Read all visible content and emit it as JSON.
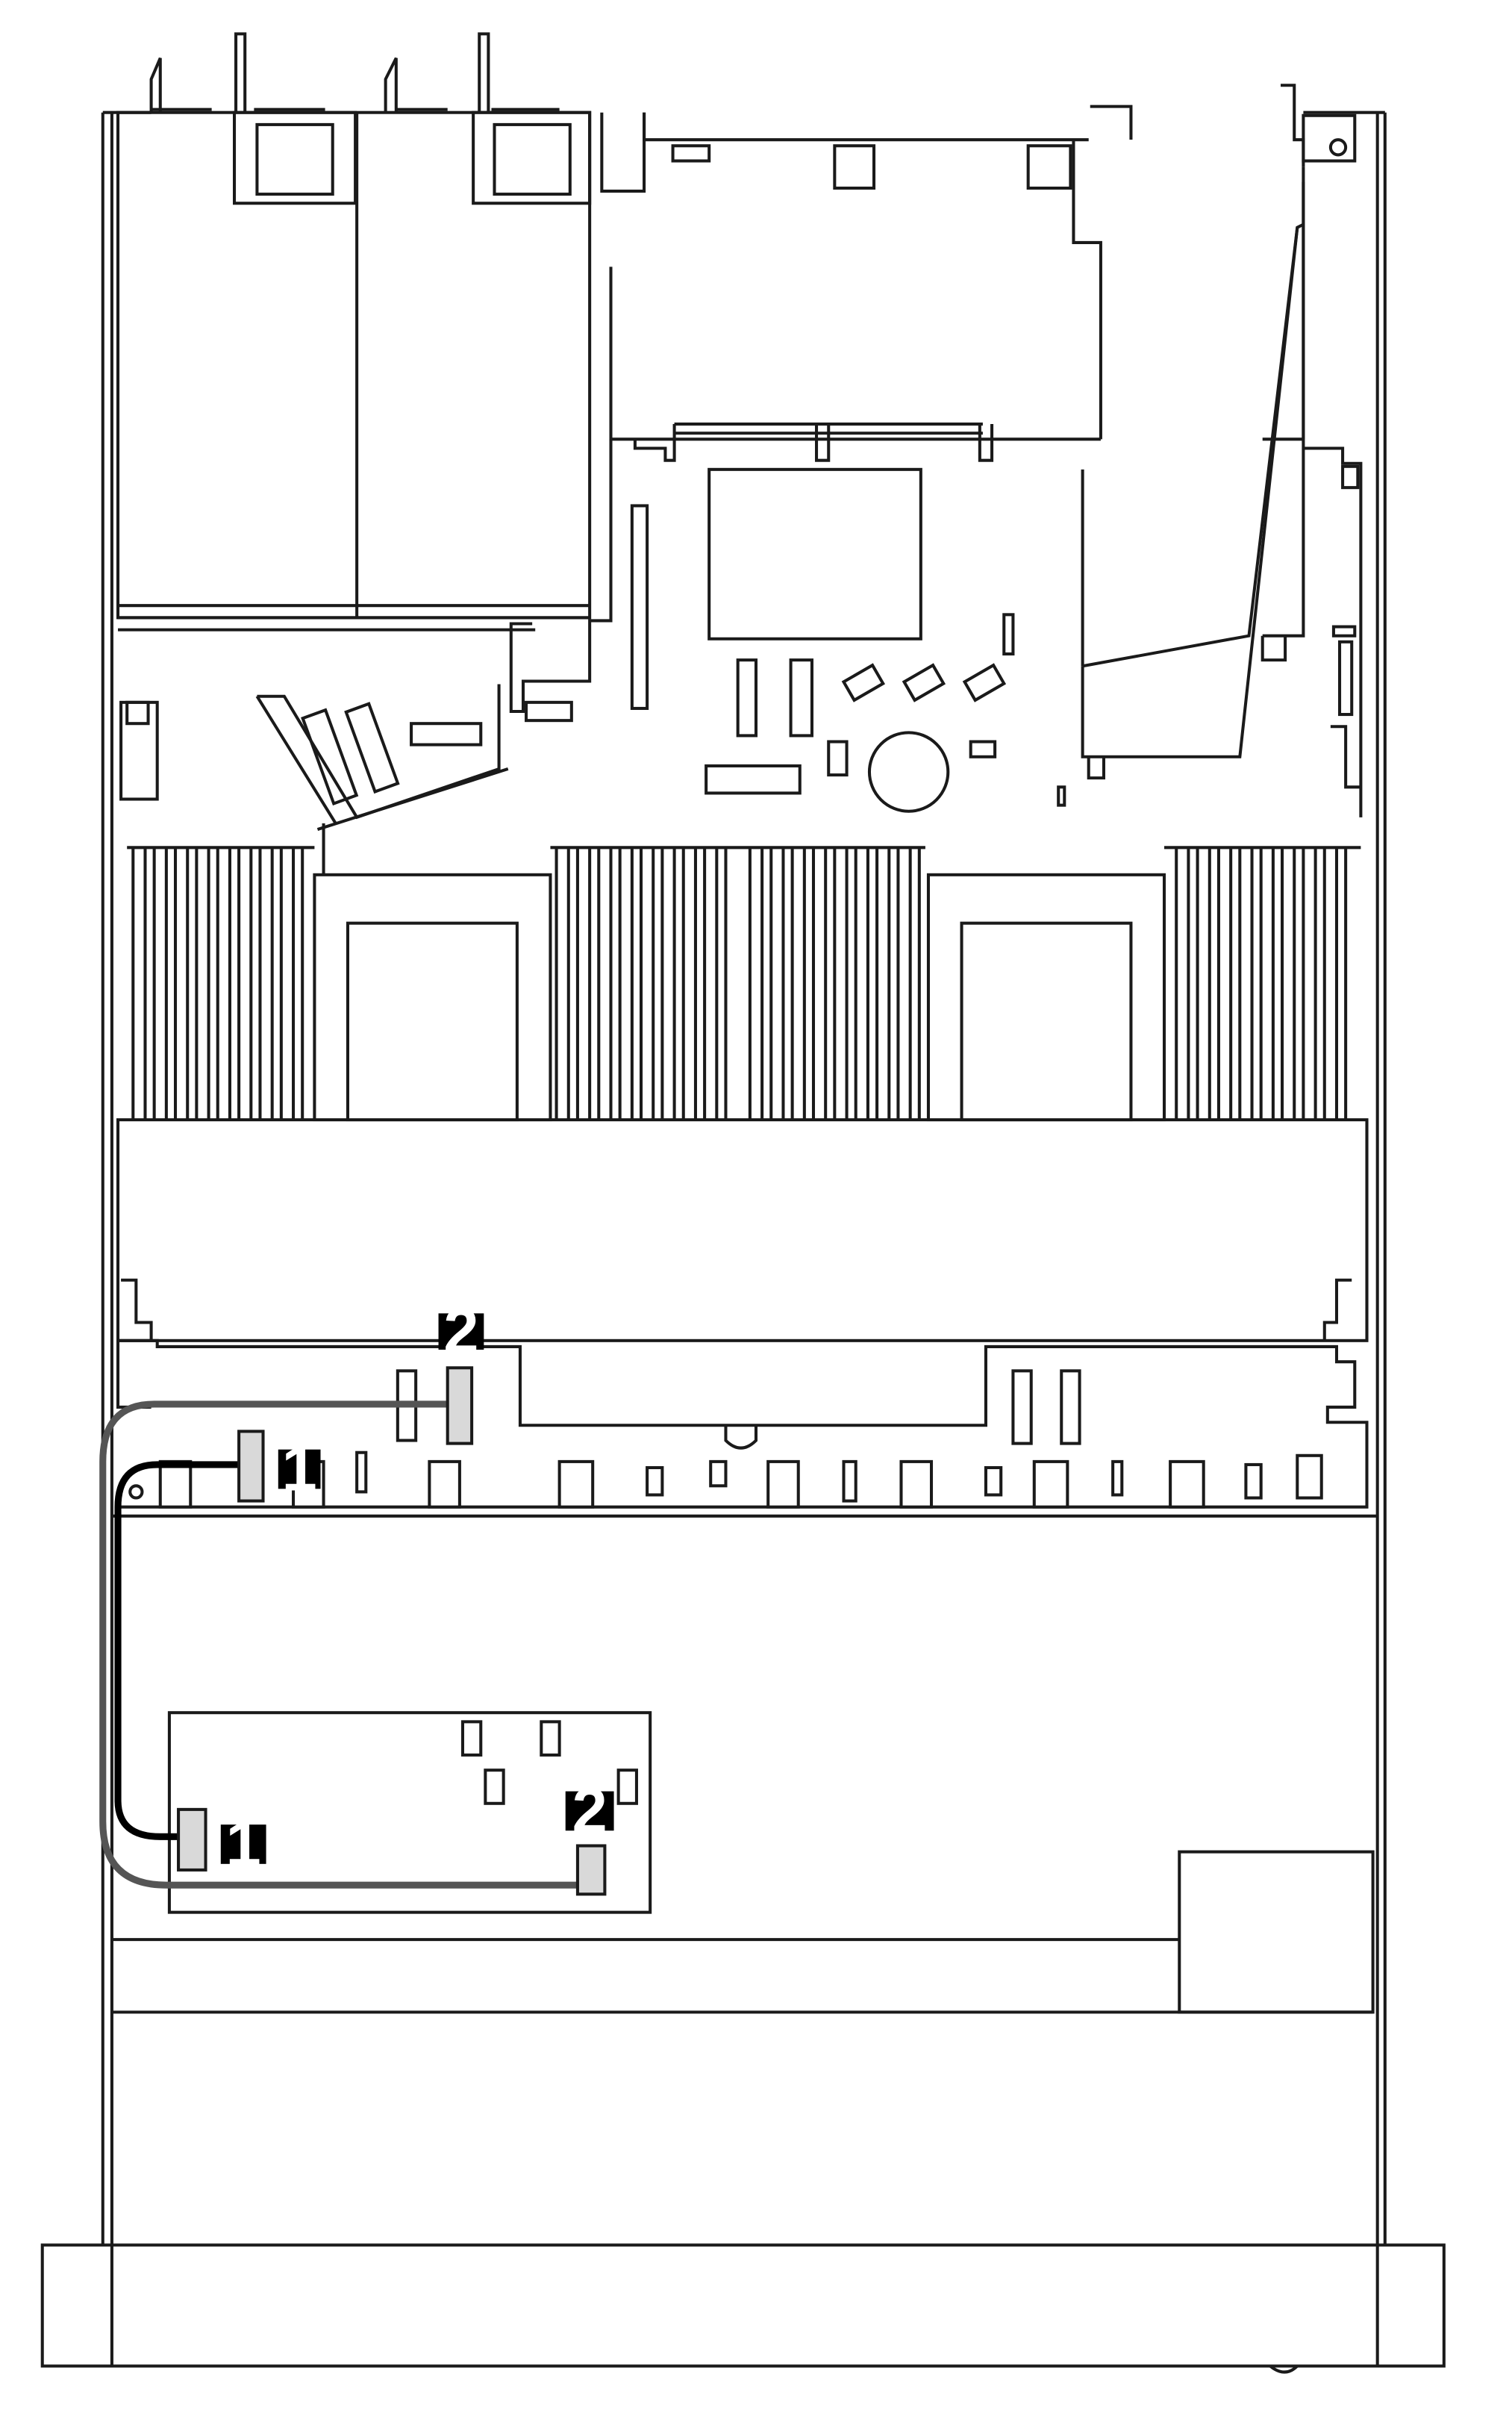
{
  "callouts": {
    "c1_top": "1",
    "c2_top": "2",
    "c1_bottom": "1",
    "c2_bottom": "2"
  },
  "colors": {
    "line": "#1a1a1a",
    "cable1": "#000000",
    "cable2": "#555555",
    "connector_fill": "#d9d9d9",
    "callout_bg": "#000000",
    "callout_text": "#ffffff"
  }
}
